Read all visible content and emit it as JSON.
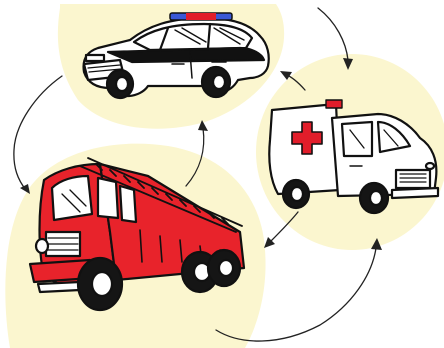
{
  "illustration": {
    "vehicles": [
      {
        "id": "police-car",
        "icon": "police-car-icon"
      },
      {
        "id": "ambulance",
        "icon": "ambulance-icon"
      },
      {
        "id": "fire-truck",
        "icon": "fire-truck-icon"
      }
    ],
    "colors": {
      "background": "#ffffff",
      "circle_fill": "#fbf6cf",
      "ink": "#111111",
      "fire_red": "#e8232b",
      "siren_red": "#e11d2a",
      "siren_blue": "#3a58d6",
      "cross_red": "#e11d2a",
      "tire": "#151515"
    },
    "arrows": [
      "police-to-fire-arrow",
      "fire-to-police-arrow",
      "top-to-ambulance-arrow",
      "ambulance-to-police-arrow",
      "ambulance-to-fire-arrow",
      "bottom-to-ambulance-arrow"
    ]
  }
}
